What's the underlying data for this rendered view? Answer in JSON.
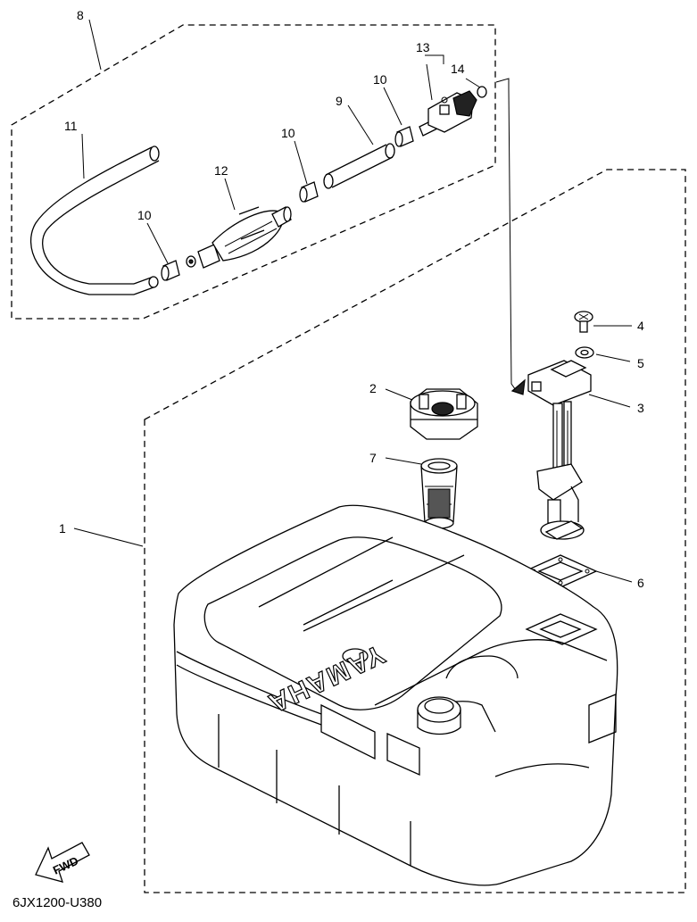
{
  "diagram": {
    "drawing_code": "6JX1200-U380",
    "fwd_label": "FWD",
    "brand_mark": "YAMAHA",
    "callouts": {
      "c1": "1",
      "c2": "2",
      "c3": "3",
      "c4": "4",
      "c5": "5",
      "c6": "6",
      "c7": "7",
      "c8": "8",
      "c9": "9",
      "c10a": "10",
      "c10b": "10",
      "c10c": "10",
      "c11": "11",
      "c12": "12",
      "c13": "13",
      "c14": "14"
    }
  }
}
